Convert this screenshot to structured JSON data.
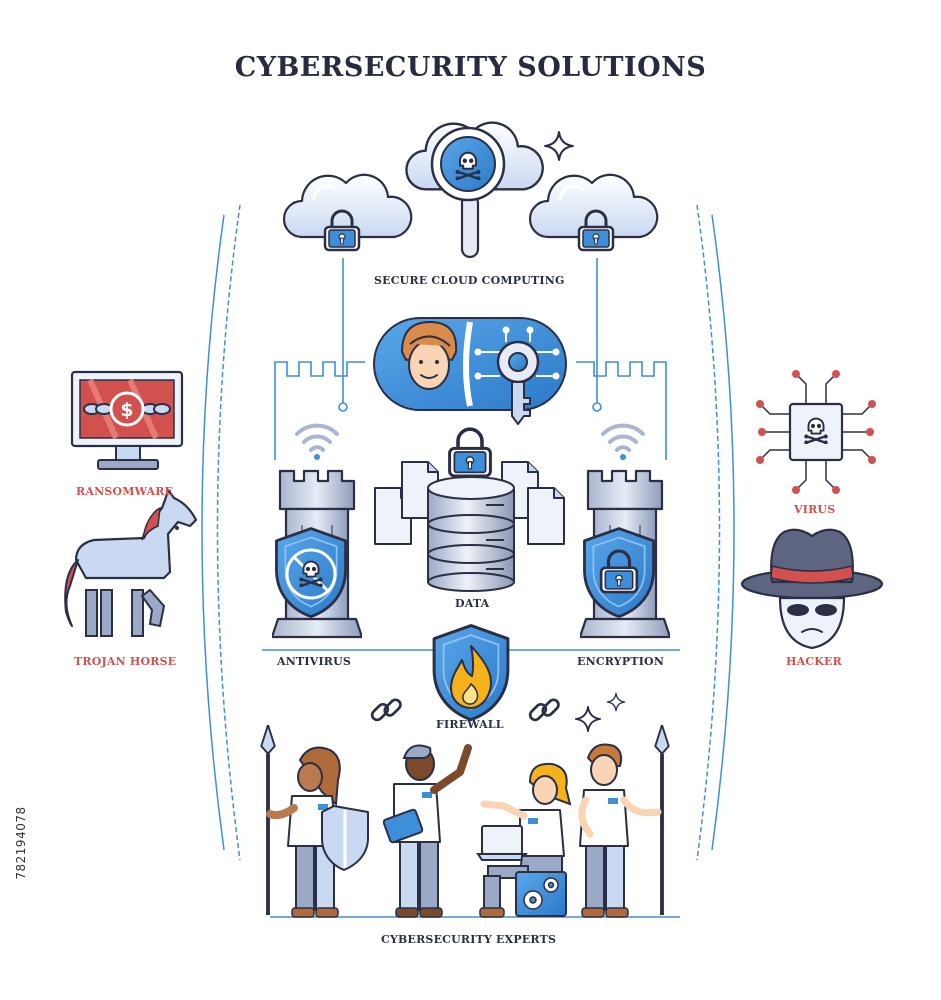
{
  "title": "CYBERSECURITY SOLUTIONS",
  "labels": {
    "secure_cloud": "SECURE CLOUD COMPUTING",
    "data": "DATA",
    "antivirus": "ANTIVIRUS",
    "encryption": "ENCRYPTION",
    "firewall": "FIREWALL",
    "experts": "CYBERSECURITY EXPERTS",
    "ransomware": "RANSOMWARE",
    "trojan_horse": "TROJAN HORSE",
    "virus": "VIRUS",
    "hacker": "HACKER"
  },
  "side_id": "782194078",
  "icons": [
    "cloud-icon",
    "padlock-icon",
    "magnifier-icon",
    "skull-icon",
    "sparkle-icon",
    "face-icon",
    "key-icon",
    "wifi-icon",
    "tower-icon",
    "shield-icon",
    "database-icon",
    "document-icon",
    "flame-icon",
    "chain-link-icon",
    "monitor-icon",
    "dollar-icon",
    "horse-icon",
    "chip-icon",
    "hat-icon",
    "spear-icon",
    "gear-icon",
    "laptop-icon"
  ],
  "colors": {
    "outline": "#2a2f45",
    "accent_blue": "#3d8fd9",
    "light_blue": "#c9d9f2",
    "grey_blue": "#9aa9c6",
    "threat_red": "#d2504d",
    "flame": "#f5b21b"
  }
}
